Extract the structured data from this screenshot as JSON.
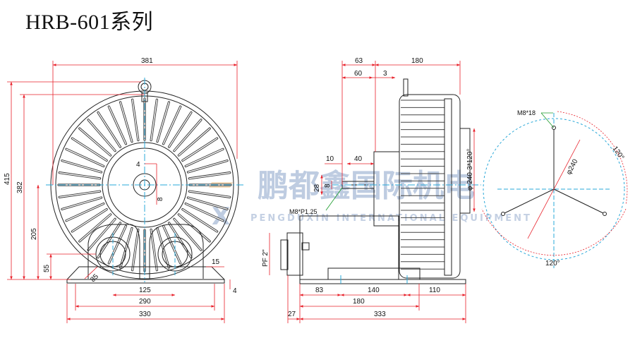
{
  "title": "HRB-601系列",
  "watermark": {
    "brand": "鹏都鑫国际机电",
    "sub": "PENGDUXIN  INTERNATIONAL  EQUIPMENT",
    "logo": "X"
  },
  "colors": {
    "dimension": "#e8202a",
    "centerline": "#2aa8d8",
    "callout": "#1a9a2a",
    "outline": "#222222"
  },
  "front_view": {
    "width_top": "381",
    "height_total": "415",
    "height_body": "382",
    "inlet_center_height": "205",
    "base_height": "55",
    "bolt_spacing_inner": "125",
    "bolt_spacing": "290",
    "base_width": "330",
    "flange_depth": "15",
    "base_thickness": "4",
    "flange_angle": "85",
    "hub_offset": "4",
    "hub_small": "8"
  },
  "side_view": {
    "offset_63": "63",
    "body_180": "180",
    "d60": "60",
    "d3": "3",
    "shaft_10": "10",
    "shaft_40": "40",
    "key_28": "28",
    "key_8": "8",
    "thread_label": "M8*P1.25",
    "pipe_label": "PF 2\"",
    "flange_label": "φ 240-3*120°",
    "base_83": "83",
    "base_140": "140",
    "base_110": "110",
    "base_180": "180",
    "total_333": "333",
    "offset_27": "27"
  },
  "flange_view": {
    "bolt_label": "M8*18",
    "diameter": "φ240",
    "angle_a": "120°",
    "angle_b": "120°"
  }
}
